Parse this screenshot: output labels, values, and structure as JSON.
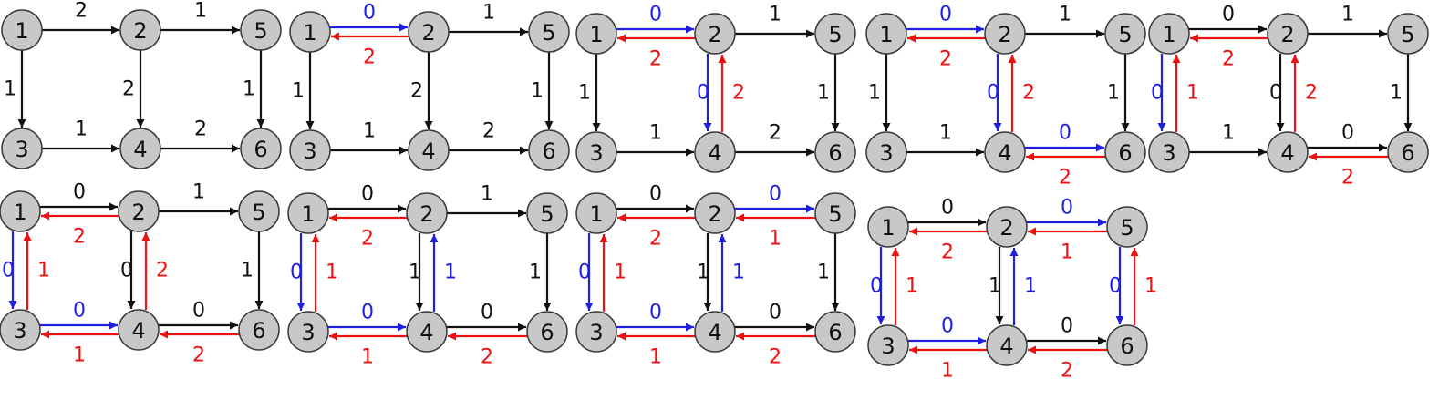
{
  "colors": {
    "original": "#111111",
    "forward": "#1f1fe0",
    "residual": "#ee1111"
  },
  "nodes": [
    "1",
    "2",
    "3",
    "4",
    "5",
    "6"
  ],
  "panels": [
    {
      "edges": [
        {
          "from": "1",
          "to": "2",
          "label": "2",
          "kind": "original"
        },
        {
          "from": "2",
          "to": "5",
          "label": "1",
          "kind": "original"
        },
        {
          "from": "1",
          "to": "3",
          "label": "1",
          "kind": "original"
        },
        {
          "from": "2",
          "to": "4",
          "label": "2",
          "kind": "original"
        },
        {
          "from": "5",
          "to": "6",
          "label": "1",
          "kind": "original"
        },
        {
          "from": "3",
          "to": "4",
          "label": "1",
          "kind": "original"
        },
        {
          "from": "4",
          "to": "6",
          "label": "2",
          "kind": "original"
        }
      ]
    },
    {
      "edges": [
        {
          "from": "1",
          "to": "2",
          "label": "0",
          "kind": "forward"
        },
        {
          "from": "2",
          "to": "1",
          "label": "2",
          "kind": "residual"
        },
        {
          "from": "2",
          "to": "5",
          "label": "1",
          "kind": "original"
        },
        {
          "from": "1",
          "to": "3",
          "label": "1",
          "kind": "original"
        },
        {
          "from": "2",
          "to": "4",
          "label": "2",
          "kind": "original"
        },
        {
          "from": "5",
          "to": "6",
          "label": "1",
          "kind": "original"
        },
        {
          "from": "3",
          "to": "4",
          "label": "1",
          "kind": "original"
        },
        {
          "from": "4",
          "to": "6",
          "label": "2",
          "kind": "original"
        }
      ]
    },
    {
      "edges": [
        {
          "from": "1",
          "to": "2",
          "label": "0",
          "kind": "forward"
        },
        {
          "from": "2",
          "to": "1",
          "label": "2",
          "kind": "residual"
        },
        {
          "from": "2",
          "to": "5",
          "label": "1",
          "kind": "original"
        },
        {
          "from": "1",
          "to": "3",
          "label": "1",
          "kind": "original"
        },
        {
          "from": "2",
          "to": "4",
          "label": "0",
          "kind": "forward"
        },
        {
          "from": "4",
          "to": "2",
          "label": "2",
          "kind": "residual"
        },
        {
          "from": "5",
          "to": "6",
          "label": "1",
          "kind": "original"
        },
        {
          "from": "3",
          "to": "4",
          "label": "1",
          "kind": "original"
        },
        {
          "from": "4",
          "to": "6",
          "label": "2",
          "kind": "original"
        }
      ]
    },
    {
      "edges": [
        {
          "from": "1",
          "to": "2",
          "label": "0",
          "kind": "forward"
        },
        {
          "from": "2",
          "to": "1",
          "label": "2",
          "kind": "residual"
        },
        {
          "from": "2",
          "to": "5",
          "label": "1",
          "kind": "original"
        },
        {
          "from": "1",
          "to": "3",
          "label": "1",
          "kind": "original"
        },
        {
          "from": "2",
          "to": "4",
          "label": "0",
          "kind": "forward"
        },
        {
          "from": "4",
          "to": "2",
          "label": "2",
          "kind": "residual"
        },
        {
          "from": "5",
          "to": "6",
          "label": "1",
          "kind": "original"
        },
        {
          "from": "3",
          "to": "4",
          "label": "1",
          "kind": "original"
        },
        {
          "from": "4",
          "to": "6",
          "label": "0",
          "kind": "forward"
        },
        {
          "from": "6",
          "to": "4",
          "label": "2",
          "kind": "residual"
        }
      ]
    },
    {
      "edges": [
        {
          "from": "1",
          "to": "2",
          "label": "0",
          "kind": "original"
        },
        {
          "from": "2",
          "to": "1",
          "label": "2",
          "kind": "residual"
        },
        {
          "from": "2",
          "to": "5",
          "label": "1",
          "kind": "original"
        },
        {
          "from": "1",
          "to": "3",
          "label": "0",
          "kind": "forward"
        },
        {
          "from": "3",
          "to": "1",
          "label": "1",
          "kind": "residual"
        },
        {
          "from": "2",
          "to": "4",
          "label": "0",
          "kind": "original"
        },
        {
          "from": "4",
          "to": "2",
          "label": "2",
          "kind": "residual"
        },
        {
          "from": "5",
          "to": "6",
          "label": "1",
          "kind": "original"
        },
        {
          "from": "3",
          "to": "4",
          "label": "1",
          "kind": "original"
        },
        {
          "from": "4",
          "to": "6",
          "label": "0",
          "kind": "original"
        },
        {
          "from": "6",
          "to": "4",
          "label": "2",
          "kind": "residual"
        }
      ]
    },
    {
      "edges": [
        {
          "from": "1",
          "to": "2",
          "label": "0",
          "kind": "original"
        },
        {
          "from": "2",
          "to": "1",
          "label": "2",
          "kind": "residual"
        },
        {
          "from": "2",
          "to": "5",
          "label": "1",
          "kind": "original"
        },
        {
          "from": "1",
          "to": "3",
          "label": "0",
          "kind": "forward"
        },
        {
          "from": "3",
          "to": "1",
          "label": "1",
          "kind": "residual"
        },
        {
          "from": "2",
          "to": "4",
          "label": "0",
          "kind": "original"
        },
        {
          "from": "4",
          "to": "2",
          "label": "2",
          "kind": "residual"
        },
        {
          "from": "5",
          "to": "6",
          "label": "1",
          "kind": "original"
        },
        {
          "from": "3",
          "to": "4",
          "label": "0",
          "kind": "forward"
        },
        {
          "from": "4",
          "to": "3",
          "label": "1",
          "kind": "residual"
        },
        {
          "from": "4",
          "to": "6",
          "label": "0",
          "kind": "original"
        },
        {
          "from": "6",
          "to": "4",
          "label": "2",
          "kind": "residual"
        }
      ]
    },
    {
      "edges": [
        {
          "from": "1",
          "to": "2",
          "label": "0",
          "kind": "original"
        },
        {
          "from": "2",
          "to": "1",
          "label": "2",
          "kind": "residual"
        },
        {
          "from": "2",
          "to": "5",
          "label": "1",
          "kind": "original"
        },
        {
          "from": "1",
          "to": "3",
          "label": "0",
          "kind": "forward"
        },
        {
          "from": "3",
          "to": "1",
          "label": "1",
          "kind": "residual"
        },
        {
          "from": "2",
          "to": "4",
          "label": "1",
          "kind": "original"
        },
        {
          "from": "4",
          "to": "2",
          "label": "1",
          "kind": "forward"
        },
        {
          "from": "5",
          "to": "6",
          "label": "1",
          "kind": "original"
        },
        {
          "from": "3",
          "to": "4",
          "label": "0",
          "kind": "forward"
        },
        {
          "from": "4",
          "to": "3",
          "label": "1",
          "kind": "residual"
        },
        {
          "from": "4",
          "to": "6",
          "label": "0",
          "kind": "original"
        },
        {
          "from": "6",
          "to": "4",
          "label": "2",
          "kind": "residual"
        }
      ]
    },
    {
      "edges": [
        {
          "from": "1",
          "to": "2",
          "label": "0",
          "kind": "original"
        },
        {
          "from": "2",
          "to": "1",
          "label": "2",
          "kind": "residual"
        },
        {
          "from": "2",
          "to": "5",
          "label": "0",
          "kind": "forward"
        },
        {
          "from": "5",
          "to": "2",
          "label": "1",
          "kind": "residual"
        },
        {
          "from": "1",
          "to": "3",
          "label": "0",
          "kind": "forward"
        },
        {
          "from": "3",
          "to": "1",
          "label": "1",
          "kind": "residual"
        },
        {
          "from": "2",
          "to": "4",
          "label": "1",
          "kind": "original"
        },
        {
          "from": "4",
          "to": "2",
          "label": "1",
          "kind": "forward"
        },
        {
          "from": "5",
          "to": "6",
          "label": "1",
          "kind": "original"
        },
        {
          "from": "3",
          "to": "4",
          "label": "0",
          "kind": "forward"
        },
        {
          "from": "4",
          "to": "3",
          "label": "1",
          "kind": "residual"
        },
        {
          "from": "4",
          "to": "6",
          "label": "0",
          "kind": "original"
        },
        {
          "from": "6",
          "to": "4",
          "label": "2",
          "kind": "residual"
        }
      ]
    },
    {
      "edges": [
        {
          "from": "1",
          "to": "2",
          "label": "0",
          "kind": "original"
        },
        {
          "from": "2",
          "to": "1",
          "label": "2",
          "kind": "residual"
        },
        {
          "from": "2",
          "to": "5",
          "label": "0",
          "kind": "forward"
        },
        {
          "from": "5",
          "to": "2",
          "label": "1",
          "kind": "residual"
        },
        {
          "from": "1",
          "to": "3",
          "label": "0",
          "kind": "forward"
        },
        {
          "from": "3",
          "to": "1",
          "label": "1",
          "kind": "residual"
        },
        {
          "from": "2",
          "to": "4",
          "label": "1",
          "kind": "original"
        },
        {
          "from": "4",
          "to": "2",
          "label": "1",
          "kind": "forward"
        },
        {
          "from": "5",
          "to": "6",
          "label": "0",
          "kind": "forward"
        },
        {
          "from": "6",
          "to": "5",
          "label": "1",
          "kind": "residual"
        },
        {
          "from": "3",
          "to": "4",
          "label": "0",
          "kind": "forward"
        },
        {
          "from": "4",
          "to": "3",
          "label": "1",
          "kind": "residual"
        },
        {
          "from": "4",
          "to": "6",
          "label": "0",
          "kind": "original"
        },
        {
          "from": "6",
          "to": "4",
          "label": "2",
          "kind": "residual"
        }
      ]
    }
  ]
}
